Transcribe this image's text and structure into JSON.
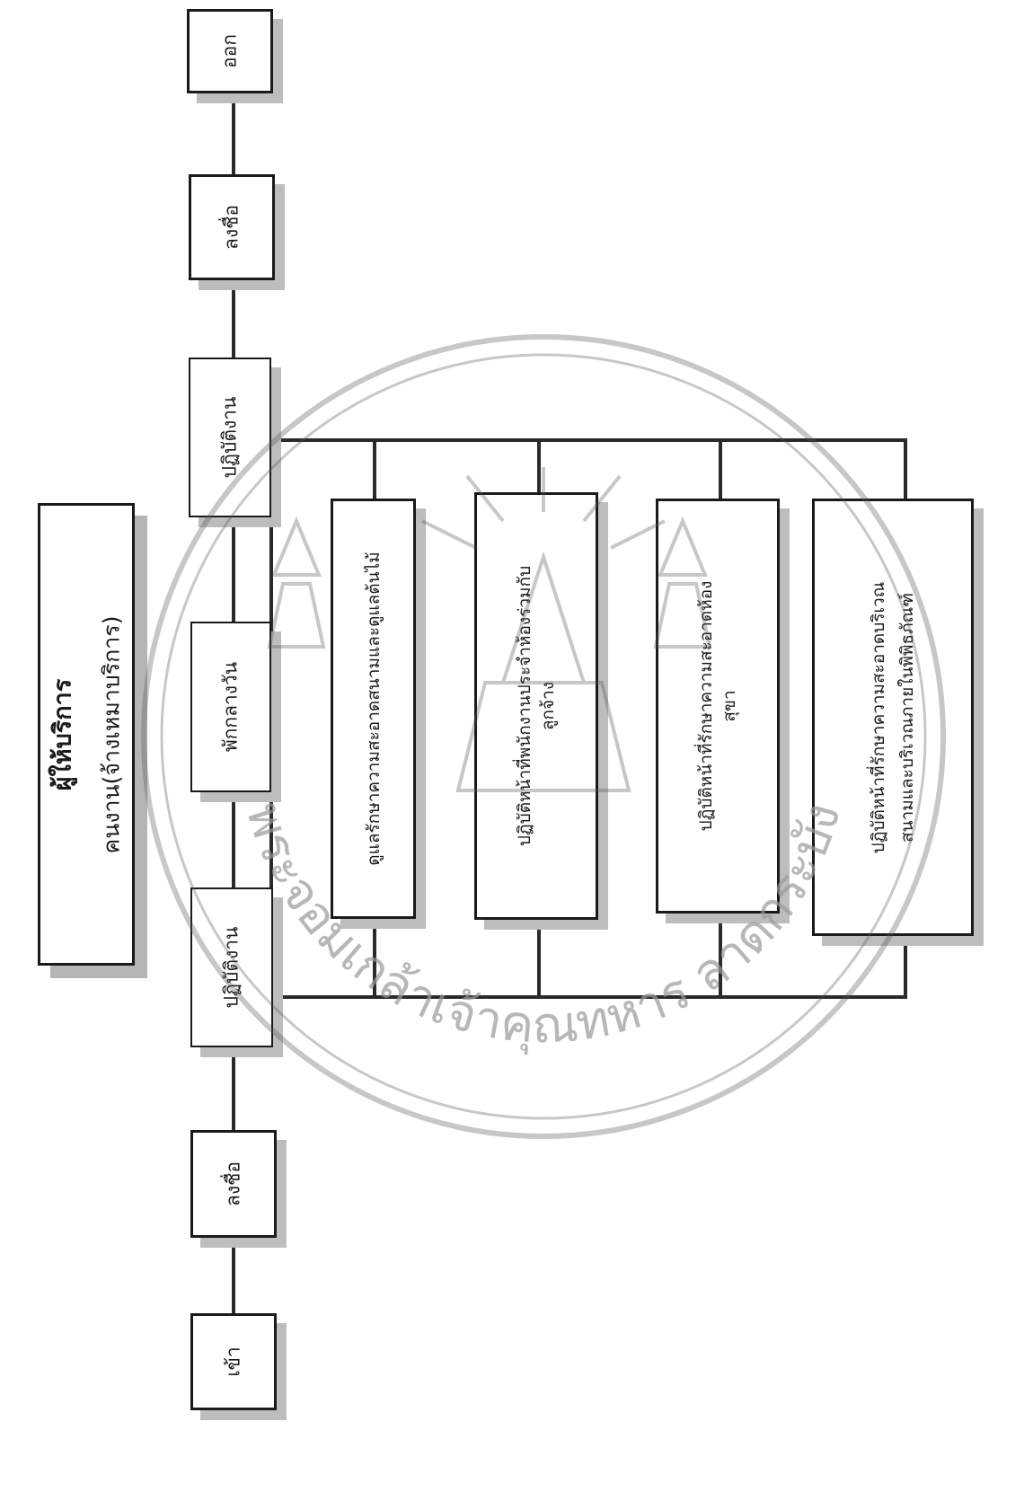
{
  "header": {
    "title": "ผู้ให้บริการ",
    "subtitle": "คนงาน(จ้างเหมาบริการ)"
  },
  "flow": {
    "arrive": "เข้า",
    "sign_in": "ลงชื่อ",
    "work_morning": "ปฏิบัติงาน",
    "lunch_break": "พักกลางวัน",
    "work_afternoon": "ปฏิบัติงาน",
    "sign_out": "ลงชื่อ",
    "leave": "ออก"
  },
  "tasks": [
    {
      "text": "ดูแลรักษาความสะอาดสนามและดูแลต้นไม้"
    },
    {
      "text": "ปฏิบัติหน้าที่พนักงานประจำห้องร่วมกับลูกจ้าง"
    },
    {
      "text": "ปฏิบัติหน้าที่รักษาความสะอาดห้องสุขา"
    },
    {
      "text": "ปฏิบัติหน้าที่รักษาความสะอาดบริเวณสนามและบริเวณภายในพิพิธภัณฑ์"
    }
  ],
  "watermark": {
    "text": "พระจอมเกล้าเจ้าคุณทหาร ลาดกระบัง"
  }
}
